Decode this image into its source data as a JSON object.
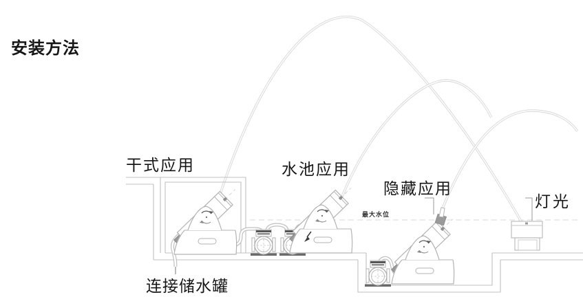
{
  "title": "安装方法",
  "labels": {
    "dry_application": "干式应用",
    "pool_application": "水池应用",
    "hidden_application": "隐藏应用",
    "light": "灯光",
    "tank_connection": "连接储水罐",
    "max_water_level": "最大水位"
  },
  "diagram": {
    "description": "Installation methods for tilting fountain jet units: dry vault application, pool application, hidden (sunken pit) application, and an underwater light receiving the falling jet",
    "elements": [
      "fountain-unit-dry",
      "fountain-unit-pool",
      "fountain-unit-hidden",
      "pump-1",
      "pump-2",
      "pump-3",
      "underwater-light",
      "water-jet-arcs",
      "max-water-level-dashed-line",
      "tank-connection-hose"
    ]
  },
  "colors": {
    "background": "#ffffff",
    "text": "#161616",
    "structure_line": "#c0c0c0",
    "device_line": "#b3b3b3",
    "jet_line": "#dadada",
    "dark_accent": "#555555"
  }
}
